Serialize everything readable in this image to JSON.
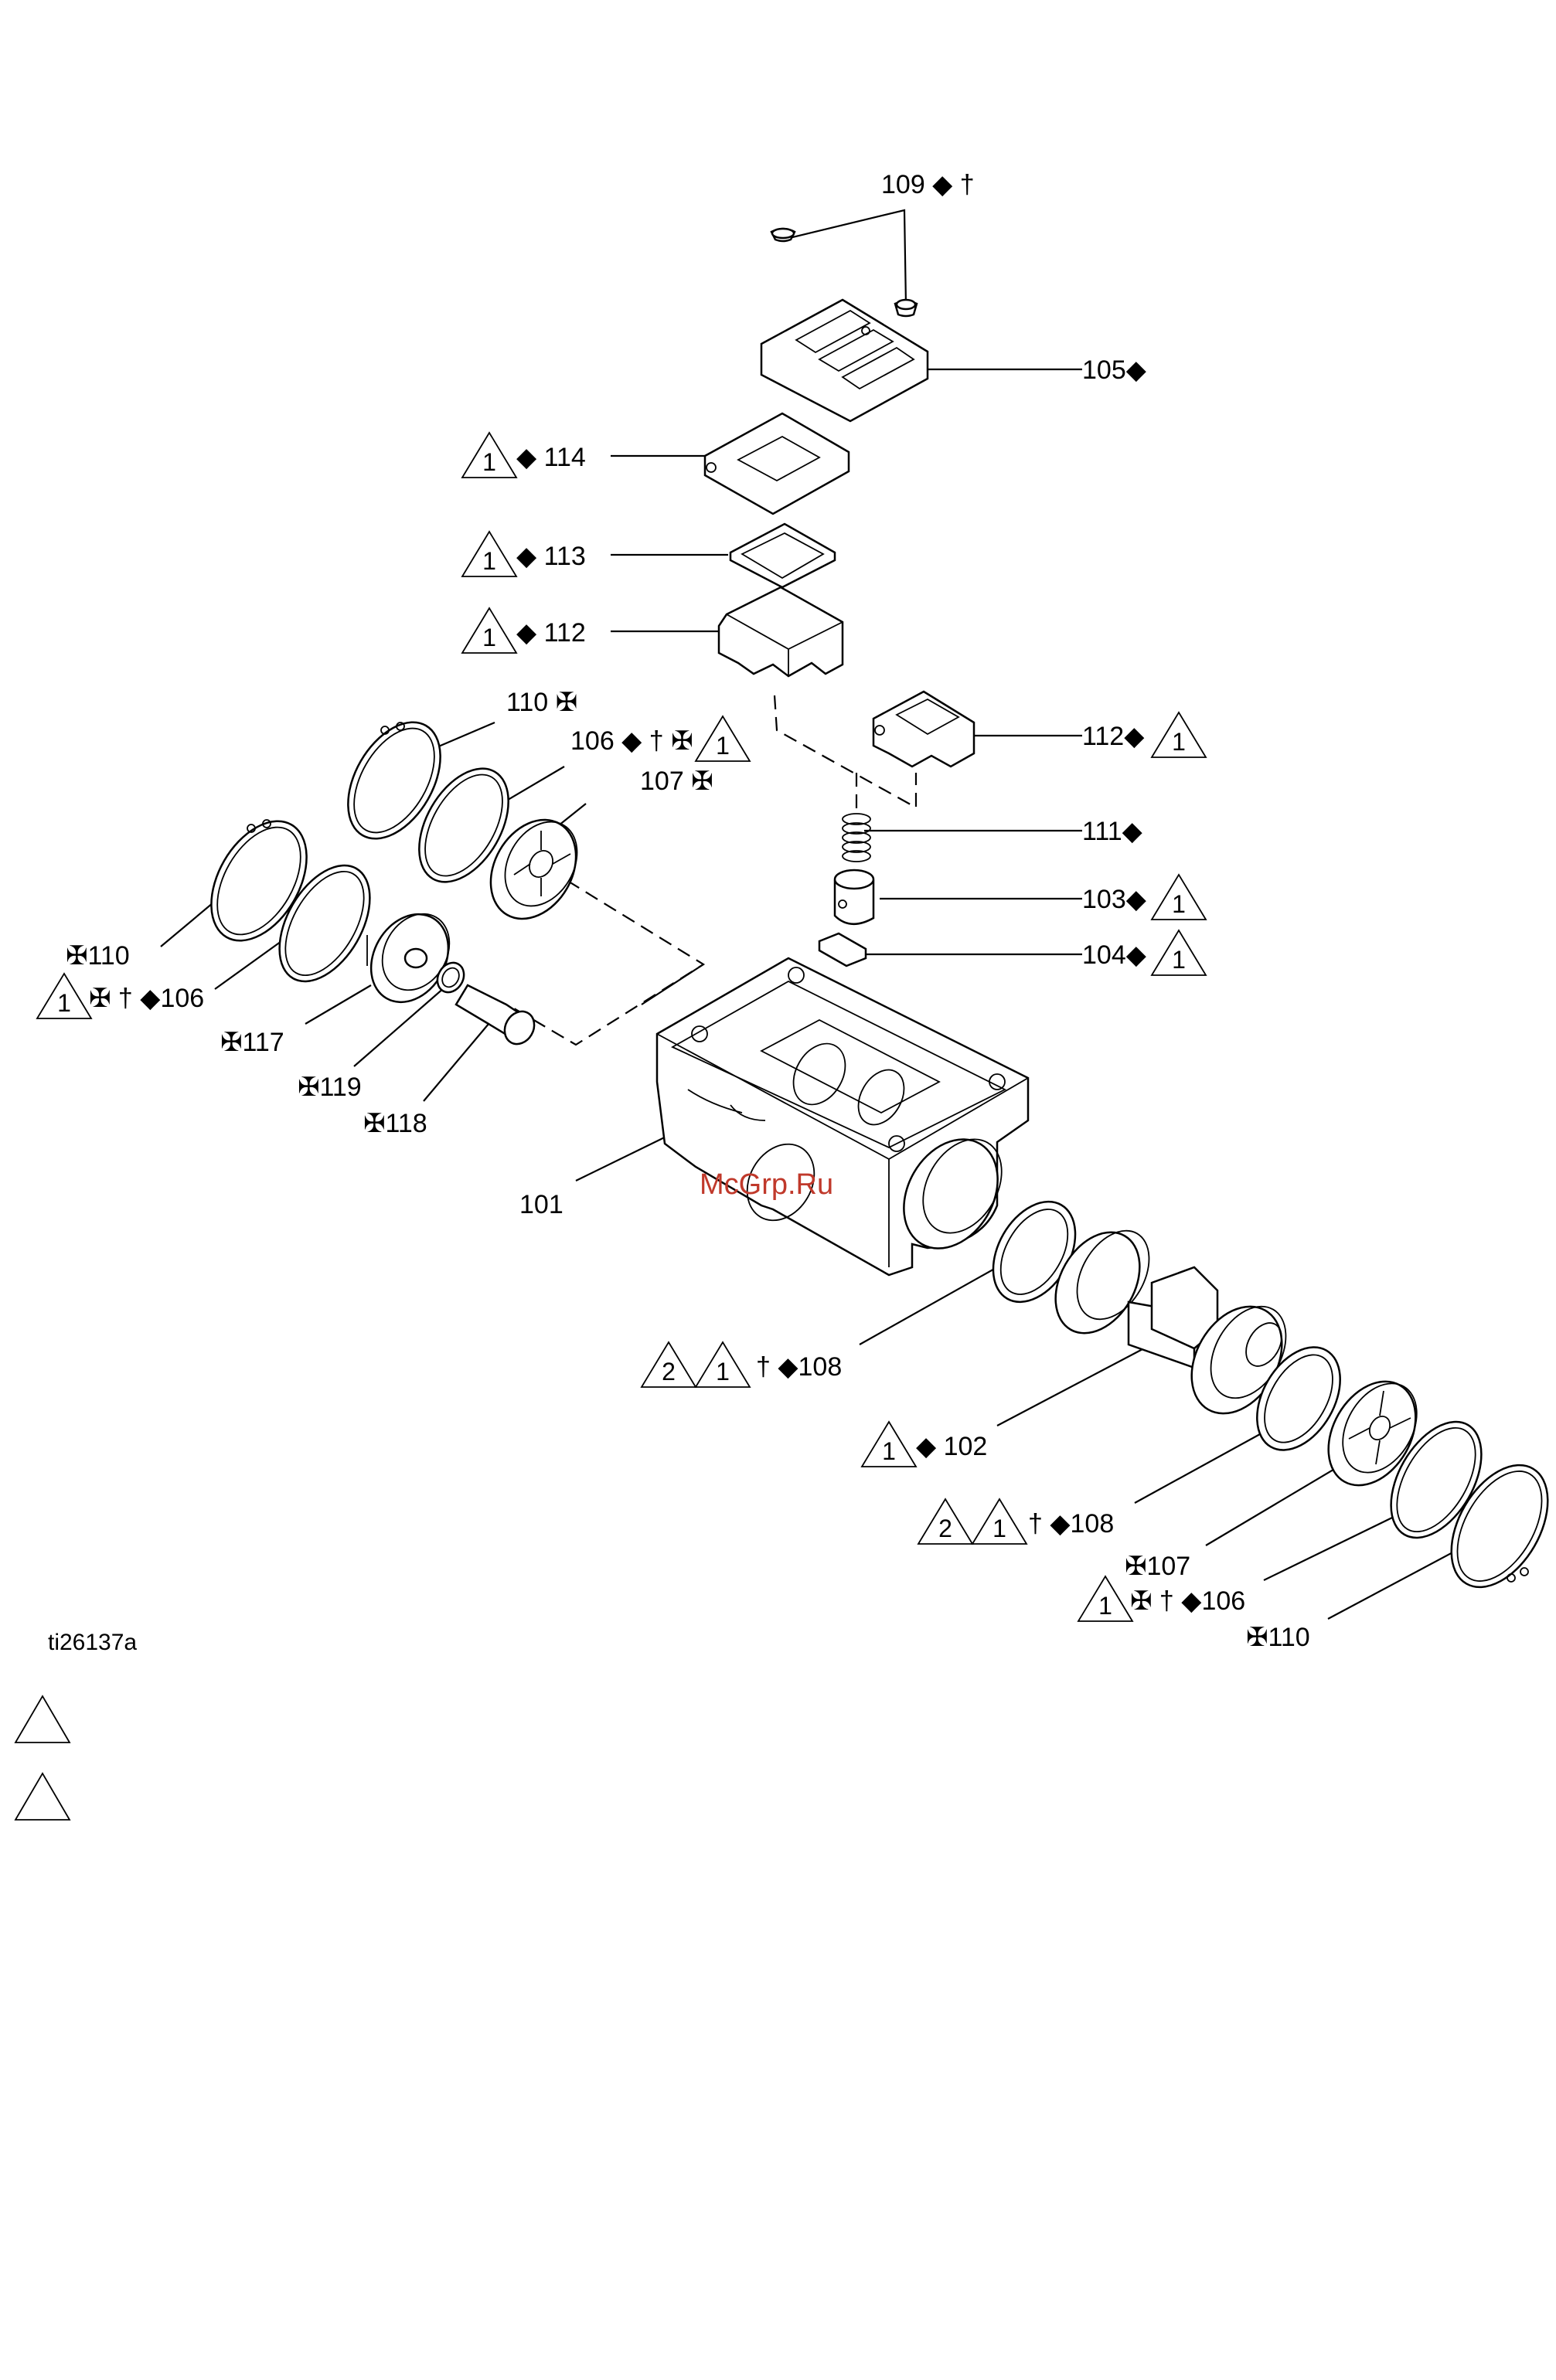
{
  "labels": [
    {
      "id": "109",
      "text": "109 ◆ †"
    },
    {
      "id": "105",
      "text": "105◆"
    },
    {
      "id": "114",
      "text": "◆ 114",
      "tris": [
        "1"
      ]
    },
    {
      "id": "113",
      "text": "◆ 113",
      "tris": [
        "1"
      ]
    },
    {
      "id": "112a",
      "text": "◆ 112",
      "tris": [
        "1"
      ]
    },
    {
      "id": "112b",
      "text": "112◆",
      "tris": [
        "1"
      ]
    },
    {
      "id": "110a",
      "text": "110 ✠"
    },
    {
      "id": "106a",
      "text": "106 ◆ † ✠",
      "tris": [
        "1"
      ]
    },
    {
      "id": "107a",
      "text": "107 ✠"
    },
    {
      "id": "111",
      "text": "111◆"
    },
    {
      "id": "103",
      "text": "103◆",
      "tris": [
        "1"
      ]
    },
    {
      "id": "104",
      "text": "104◆",
      "tris": [
        "1"
      ]
    },
    {
      "id": "110b",
      "text": "✠110"
    },
    {
      "id": "106b",
      "text": "✠ † ◆106",
      "tris": [
        "1"
      ]
    },
    {
      "id": "117",
      "text": "✠117"
    },
    {
      "id": "119",
      "text": "✠119"
    },
    {
      "id": "118",
      "text": "✠118"
    },
    {
      "id": "101",
      "text": "101"
    },
    {
      "id": "108a",
      "text": "† ◆108",
      "tris": [
        "2",
        "1"
      ]
    },
    {
      "id": "102",
      "text": "◆ 102",
      "tris": [
        "1"
      ]
    },
    {
      "id": "108b",
      "text": "† ◆108",
      "tris": [
        "2",
        "1"
      ]
    },
    {
      "id": "107b",
      "text": "✠107"
    },
    {
      "id": "106c",
      "text": "✠ † ◆106",
      "tris": [
        "1"
      ]
    },
    {
      "id": "110c",
      "text": "✠110"
    }
  ],
  "figure_id": "ti26137a",
  "watermark": "McGrp.Ru",
  "colors": {
    "line": "#000000",
    "watermark": "#c0392b",
    "background": "#ffffff"
  }
}
